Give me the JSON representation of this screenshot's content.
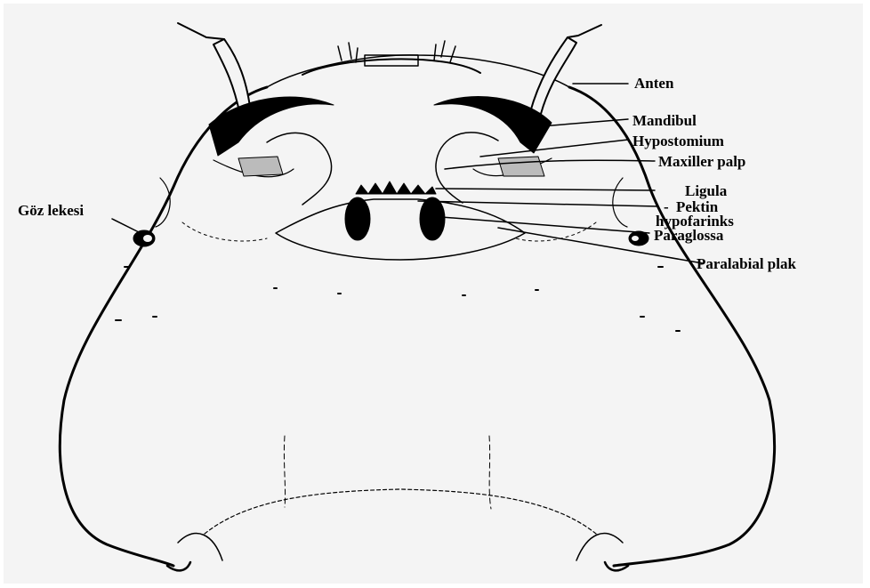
{
  "labels": {
    "anten": "Anten",
    "mandibul": "Mandibul",
    "hypostomium": "Hypostomium",
    "maxiller_palp": "Maxiller palp",
    "ligula": "Ligula",
    "pektin_prefix": "-",
    "pektin": "Pektin",
    "hypofarinks": "hypofarinks",
    "paraglossa": "Paraglossa",
    "paralabial_plak": "Paralabial plak",
    "goz_lekesi": "Göz lekesi"
  },
  "colors": {
    "background": "#f4f4f4",
    "ink": "#000000"
  }
}
